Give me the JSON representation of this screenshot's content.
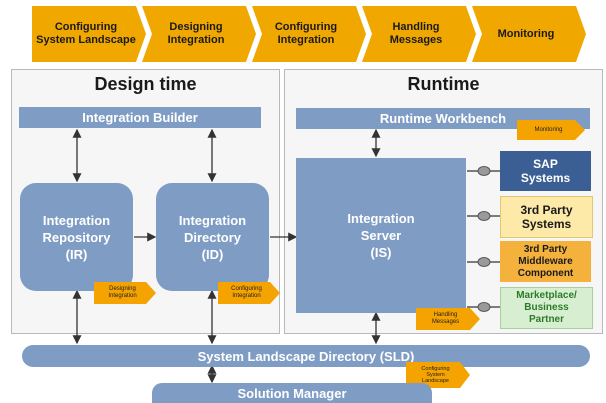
{
  "process_steps": [
    {
      "label": "Configuring\nSystem Landscape"
    },
    {
      "label": "Designing\nIntegration"
    },
    {
      "label": "Configuring\nIntegration"
    },
    {
      "label": "Handling\nMessages"
    },
    {
      "label": "Monitoring"
    }
  ],
  "design_time": {
    "title": "Design time",
    "integration_builder": "Integration Builder",
    "repository": "Integration\nRepository\n(IR)",
    "directory": "Integration\nDirectory\n(ID)",
    "tag_designing": "Designing\nIntegration",
    "tag_configuring": "Configuring\nIntegration"
  },
  "runtime": {
    "title": "Runtime",
    "workbench": "Runtime Workbench",
    "tag_monitoring": "Monitoring",
    "server": "Integration\nServer\n(IS)",
    "tag_handling": "Handling\nMessages",
    "systems": [
      {
        "label": "SAP\nSystems",
        "bg": "#3b5f94",
        "color": "#ffffff"
      },
      {
        "label": "3rd Party\nSystems",
        "bg": "#fde9a8",
        "color": "#1a1a1a"
      },
      {
        "label": "3rd Party\nMiddleware\nComponent",
        "bg": "#f4b23c",
        "color": "#1a1a1a"
      },
      {
        "label": "Marketplace/\nBusiness\nPartner",
        "bg": "#d7efd0",
        "color": "#2d7a2a"
      }
    ]
  },
  "sld": {
    "label": "System Landscape Directory (SLD)",
    "tag": "Configuring\nSystem\nLandscape"
  },
  "solution_manager": "Solution Manager",
  "colors": {
    "chevron": "#f0a800",
    "box_blue": "#7f9dc4",
    "tag_orange": "#f5a300"
  }
}
